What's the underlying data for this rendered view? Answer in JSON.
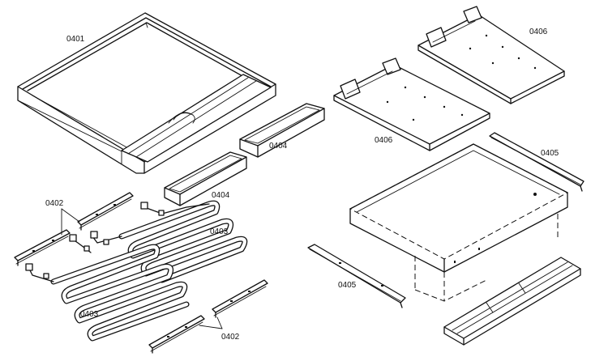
{
  "labels": {
    "pan": "0401",
    "rail_left": "0402",
    "rail_right": "0402",
    "element_top": "0403",
    "element_bottom": "0403",
    "trough_right": "0404",
    "trough_left": "0404",
    "strip_right": "0405",
    "strip_left": "0405",
    "plate_top": "0406",
    "plate_bottom": "0406"
  }
}
